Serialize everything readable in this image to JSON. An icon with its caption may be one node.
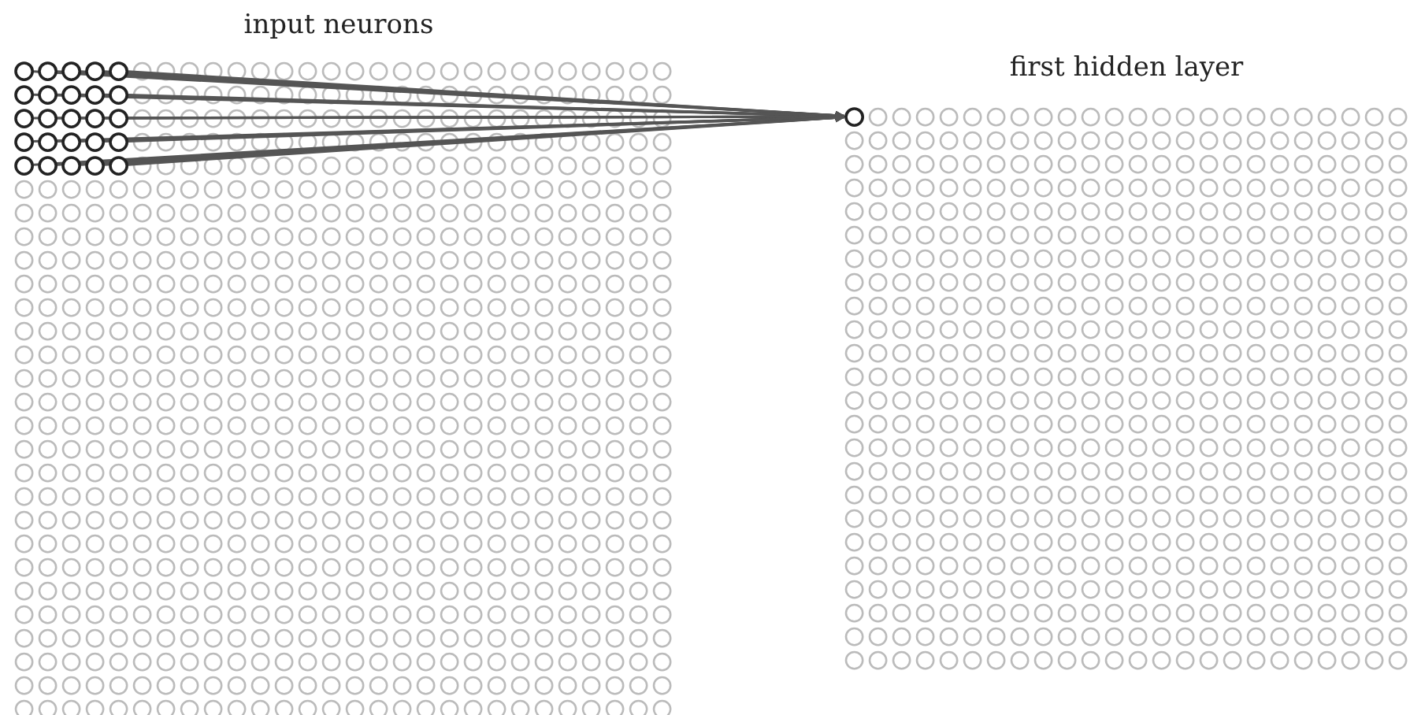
{
  "diagram": {
    "nodes": [
      {
        "text": [
          "input neurons"
        ]
      },
      {
        "text": [
          "first hidden layer"
        ]
      },
      {
        "text": [],
        "shape": "circle",
        "in": 0
      },
      {
        "text": [],
        "shape": "circle",
        "in": 0
      },
      {
        "text": [],
        "shape": "circle",
        "in": 0
      },
      {
        "text": [],
        "shape": "circle",
        "in": 0
      },
      {
        "text": [],
        "shape": "circle",
        "in": 0
      },
      {
        "text": [],
        "shape": "circle",
        "in": 0
      },
      {
        "text": [],
        "shape": "circle",
        "in": 0
      },
      {
        "text": [],
        "shape": "circle",
        "in": 0
      },
      {
        "text": [],
        "shape": "circle",
        "in": 0
      },
      {
        "text": [],
        "shape": "circle",
        "in": 0
      },
      {
        "text": [],
        "shape": "circle",
        "in": 0
      },
      {
        "text": [],
        "shape": "circle",
        "in": 0
      },
      {
        "text": [],
        "shape": "circle",
        "in": 0
      },
      {
        "text": [],
        "shape": "circle",
        "in": 0
      },
      {
        "text": [],
        "shape": "circle",
        "in": 0
      },
      {
        "text": [],
        "shape": "circle",
        "in": 0
      },
      {
        "text": [],
        "shape": "circle",
        "in": 0
      },
      {
        "text": [],
        "shape": "circle",
        "in": 0
      },
      {
        "text": [],
        "shape": "circle",
        "in": 0
      },
      {
        "text": [],
        "shape": "circle",
        "in": 0
      },
      {
        "text": [],
        "shape": "circle",
        "in": 0
      },
      {
        "text": [],
        "shape": "circle",
        "in": 0
      },
      {
        "text": [],
        "shape": "circle",
        "in": 0
      },
      {
        "text": [],
        "shape": "circle",
        "in": 0
      },
      {
        "text": [],
        "shape": "circle",
        "in": 0
      },
      {
        "text": [],
        "shape": "circle",
        "in": 1
      }
    ],
    "edges": [
      {
        "from": 2,
        "to": 27,
        "arrow": "to"
      },
      {
        "from": 3,
        "to": 27,
        "arrow": "to"
      },
      {
        "from": 4,
        "to": 27,
        "arrow": "to"
      },
      {
        "from": 5,
        "to": 27,
        "arrow": "to"
      },
      {
        "from": 6,
        "to": 27,
        "arrow": "to"
      },
      {
        "from": 7,
        "to": 27,
        "arrow": "to"
      },
      {
        "from": 8,
        "to": 27,
        "arrow": "to"
      },
      {
        "from": 9,
        "to": 27,
        "arrow": "to"
      },
      {
        "from": 10,
        "to": 27,
        "arrow": "to"
      },
      {
        "from": 11,
        "to": 27,
        "arrow": "to"
      },
      {
        "from": 12,
        "to": 27,
        "arrow": "to"
      },
      {
        "from": 13,
        "to": 27,
        "arrow": "to"
      },
      {
        "from": 14,
        "to": 27,
        "arrow": "to"
      },
      {
        "from": 15,
        "to": 27,
        "arrow": "to"
      },
      {
        "from": 16,
        "to": 27,
        "arrow": "to"
      },
      {
        "from": 17,
        "to": 27,
        "arrow": "to"
      },
      {
        "from": 18,
        "to": 27,
        "arrow": "to"
      },
      {
        "from": 19,
        "to": 27,
        "arrow": "to"
      },
      {
        "from": 20,
        "to": 27,
        "arrow": "to"
      },
      {
        "from": 21,
        "to": 27,
        "arrow": "to"
      },
      {
        "from": 22,
        "to": 27,
        "arrow": "to"
      },
      {
        "from": 23,
        "to": 27,
        "arrow": "to"
      },
      {
        "from": 24,
        "to": 27,
        "arrow": "to"
      },
      {
        "from": 25,
        "to": 27,
        "arrow": "to"
      },
      {
        "from": 26,
        "to": 27,
        "arrow": "to"
      }
    ]
  }
}
